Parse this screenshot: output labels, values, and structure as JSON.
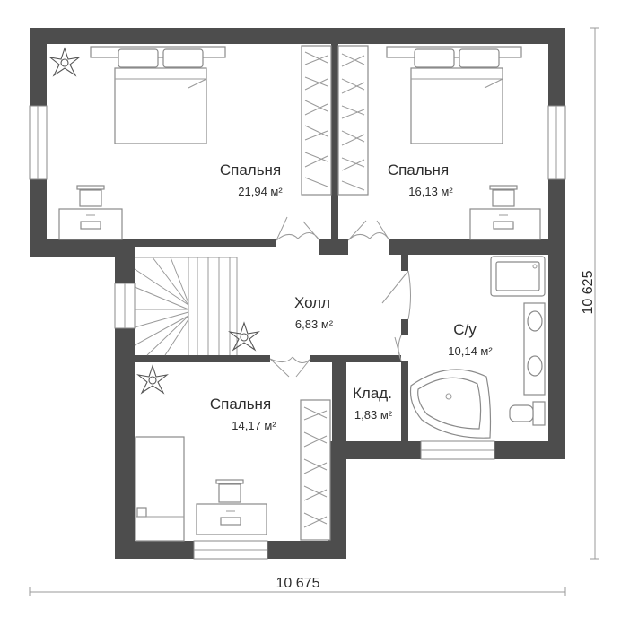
{
  "rooms": [
    {
      "name": "Спальня",
      "area": "21,94 м²"
    },
    {
      "name": "Спальня",
      "area": "16,13 м²"
    },
    {
      "name": "Холл",
      "area": "6,83 м²"
    },
    {
      "name": "С/у",
      "area": "10,14 м²"
    },
    {
      "name": "Клад.",
      "area": "1,83 м²"
    },
    {
      "name": "Спальня",
      "area": "14,17 м²"
    }
  ],
  "dimensions": {
    "width": "10 675",
    "height": "10 625"
  },
  "colors": {
    "wall": "#4d4d4d",
    "line": "#9a9a9a",
    "text": "#2d2d2d"
  },
  "icons": [
    "bed-icon",
    "desk-icon",
    "wardrobe-icon",
    "plant-icon",
    "stair-icon",
    "bathtub-icon",
    "sink-icon",
    "toilet-icon",
    "shower-icon",
    "window-icon",
    "door-icon"
  ]
}
